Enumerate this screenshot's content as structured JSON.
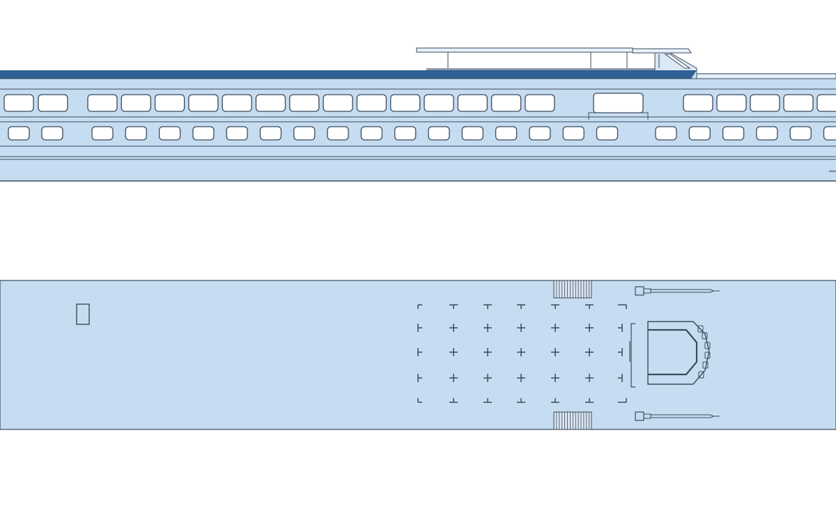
{
  "diagram": {
    "type": "ship-deck-plan",
    "colors": {
      "hull": "#c6dcf1",
      "deck": "#c6dcf1",
      "top_band": "#2f5f93",
      "line": "#3a4a5a",
      "window": "#ffffff",
      "background": "#ffffff"
    },
    "side_view": {
      "upper_window_count": 22,
      "lower_window_count": 24
    },
    "deck_plan": {
      "seating_grid_columns": 7,
      "seating_grid_rows": 5,
      "stairways": 2,
      "gangways": 2
    }
  }
}
